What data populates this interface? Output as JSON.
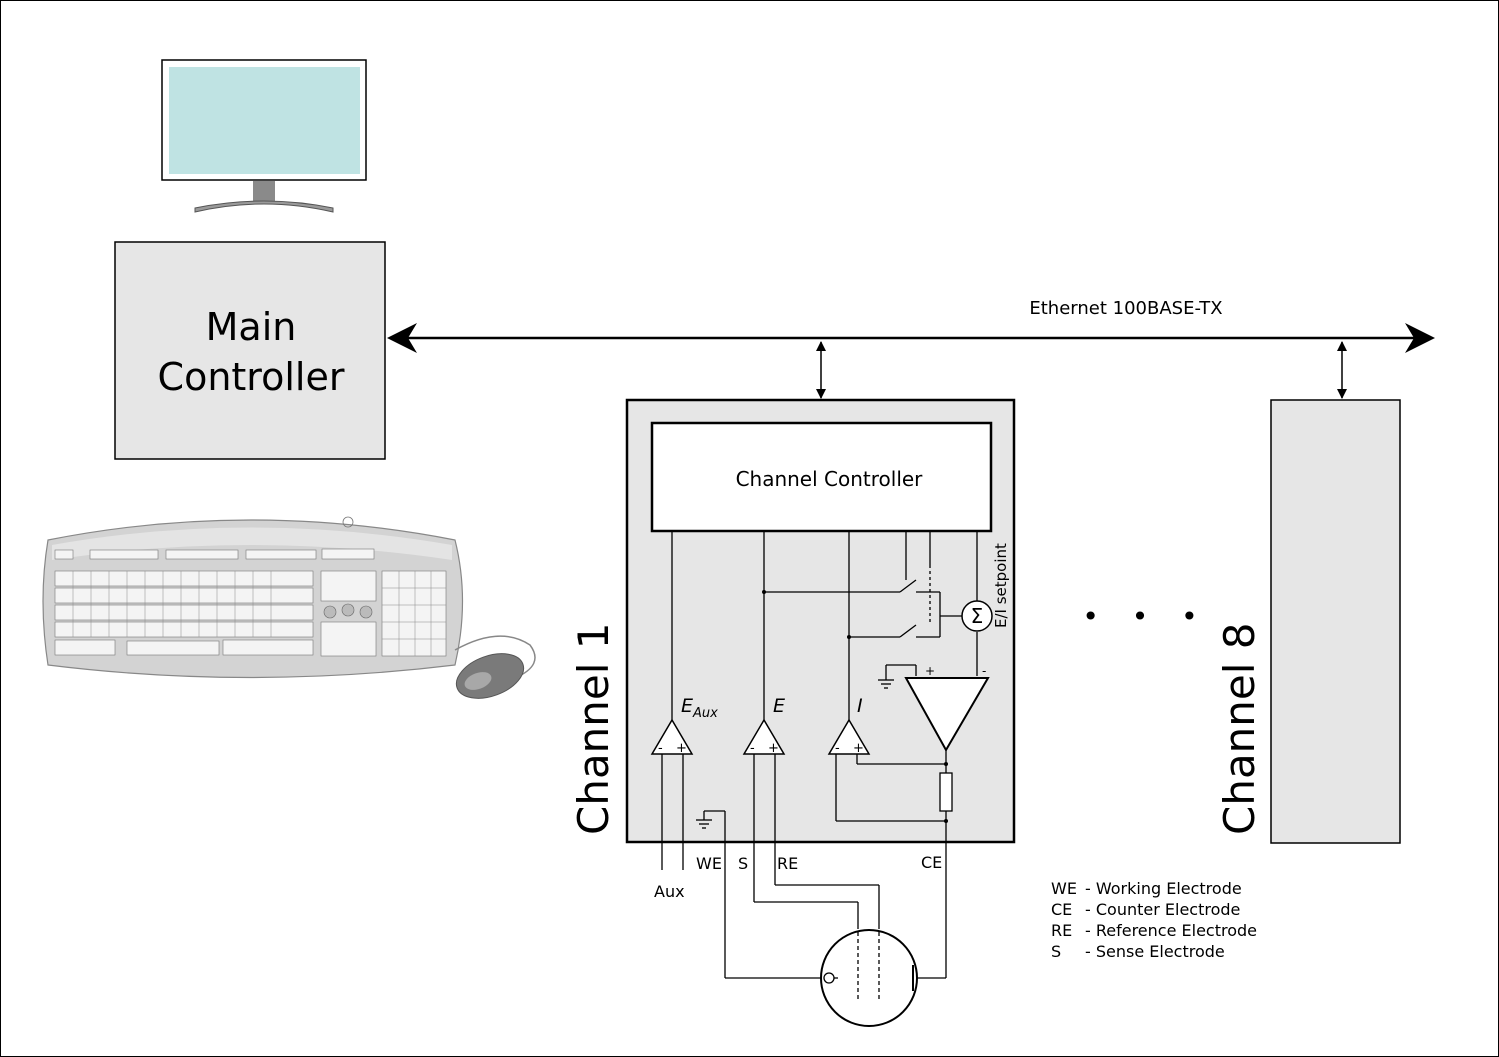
{
  "blocks": {
    "main_controller_line1": "Main",
    "main_controller_line2": "Controller",
    "channel_controller": "Channel Controller",
    "channel_1": "Channel 1",
    "channel_8": "Channel 8"
  },
  "network": {
    "label": "Ethernet 100BASE-TX"
  },
  "signals": {
    "e_aux_main": "E",
    "e_aux_sub": "Aux",
    "e": "E",
    "i": "I",
    "setpoint": "E/I setpoint",
    "sigma": "Σ"
  },
  "terminals": {
    "we": "WE",
    "s": "S",
    "re": "RE",
    "ce": "CE",
    "aux": "Aux"
  },
  "legend": [
    {
      "abbr": "WE",
      "desc": "- Working Electrode"
    },
    {
      "abbr": "CE",
      "desc": "- Counter Electrode"
    },
    {
      "abbr": "RE",
      "desc": "- Reference Electrode"
    },
    {
      "abbr": "S",
      "desc": "- Sense Electrode"
    }
  ],
  "ellipsis": "• • •",
  "colors": {
    "block_fill": "#e6e6e6",
    "monitor_screen": "#bfe3e3",
    "stroke": "#000000"
  }
}
